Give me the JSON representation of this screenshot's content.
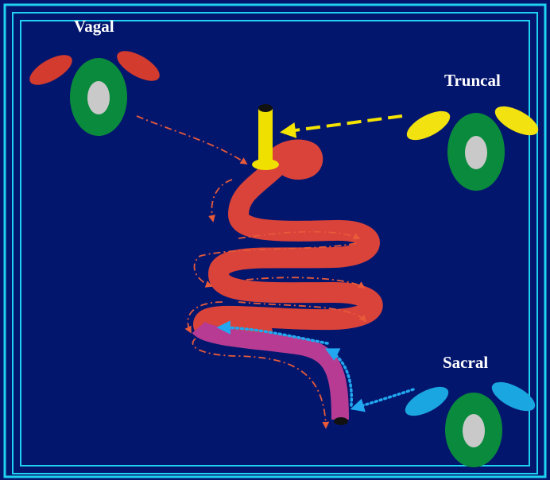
{
  "labels": {
    "vagal": "Vagal",
    "truncal": "Truncal",
    "sacral": "Sacral"
  },
  "colors": {
    "background": "#03166e",
    "frame": "#1fd2f0",
    "vagal": "#d23b2e",
    "truncal": "#f2e20f",
    "sacral": "#1aa6e0",
    "cell_body": "#0a8a3c",
    "nucleus": "#c9c9c9",
    "bowel": "#d9433a",
    "colon": "#b73b92",
    "esophagus": "#f0e000"
  }
}
